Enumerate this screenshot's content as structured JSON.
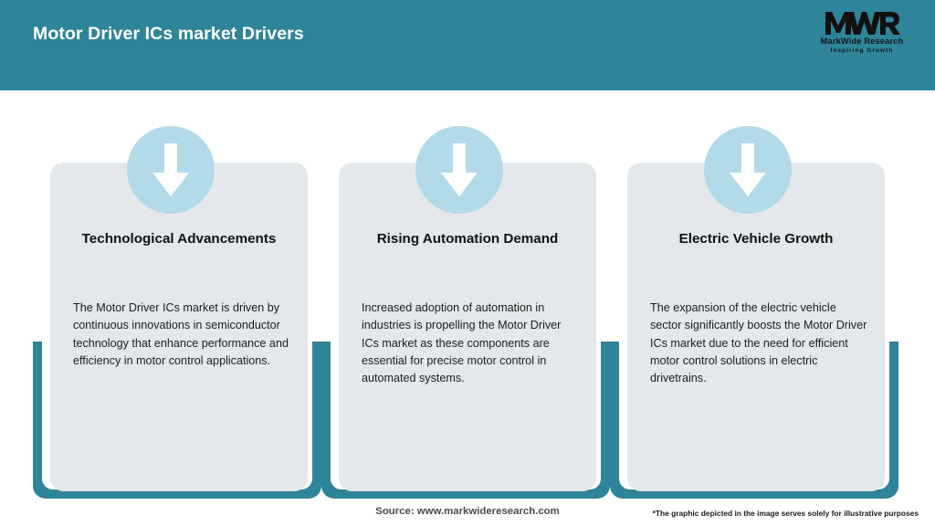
{
  "header": {
    "title": "Motor Driver ICs market Drivers",
    "background_color": "#2E8499",
    "title_color": "#FFFFFF"
  },
  "logo": {
    "mark": "MWR",
    "name": "MarkWide Research",
    "tagline": "Inspiring Growth"
  },
  "theme": {
    "accent_color": "#2E8499",
    "card_background": "#E4E8EA",
    "icon_circle_color": "#B3DAE8",
    "arrow_color": "#FFFFFF",
    "page_background": "#FFFFFF"
  },
  "cards": [
    {
      "icon": "arrow-down-icon",
      "title": "Technological Advancements",
      "body": "The Motor Driver ICs market is driven by continuous innovations in semiconductor technology that enhance performance and efficiency in motor control applications."
    },
    {
      "icon": "arrow-down-icon",
      "title": "Rising Automation Demand",
      "body": "Increased adoption of automation in industries is propelling the Motor Driver ICs market as these components are essential for precise motor control in automated systems."
    },
    {
      "icon": "arrow-down-icon",
      "title": "Electric Vehicle Growth",
      "body": "The expansion of the electric vehicle sector significantly boosts the Motor Driver ICs market due to the need for efficient motor control solutions in electric drivetrains."
    }
  ],
  "footer": {
    "source": "Source: www.markwideresearch.com",
    "disclaimer": "*The graphic depicted in the image serves solely for illustrative purposes"
  }
}
